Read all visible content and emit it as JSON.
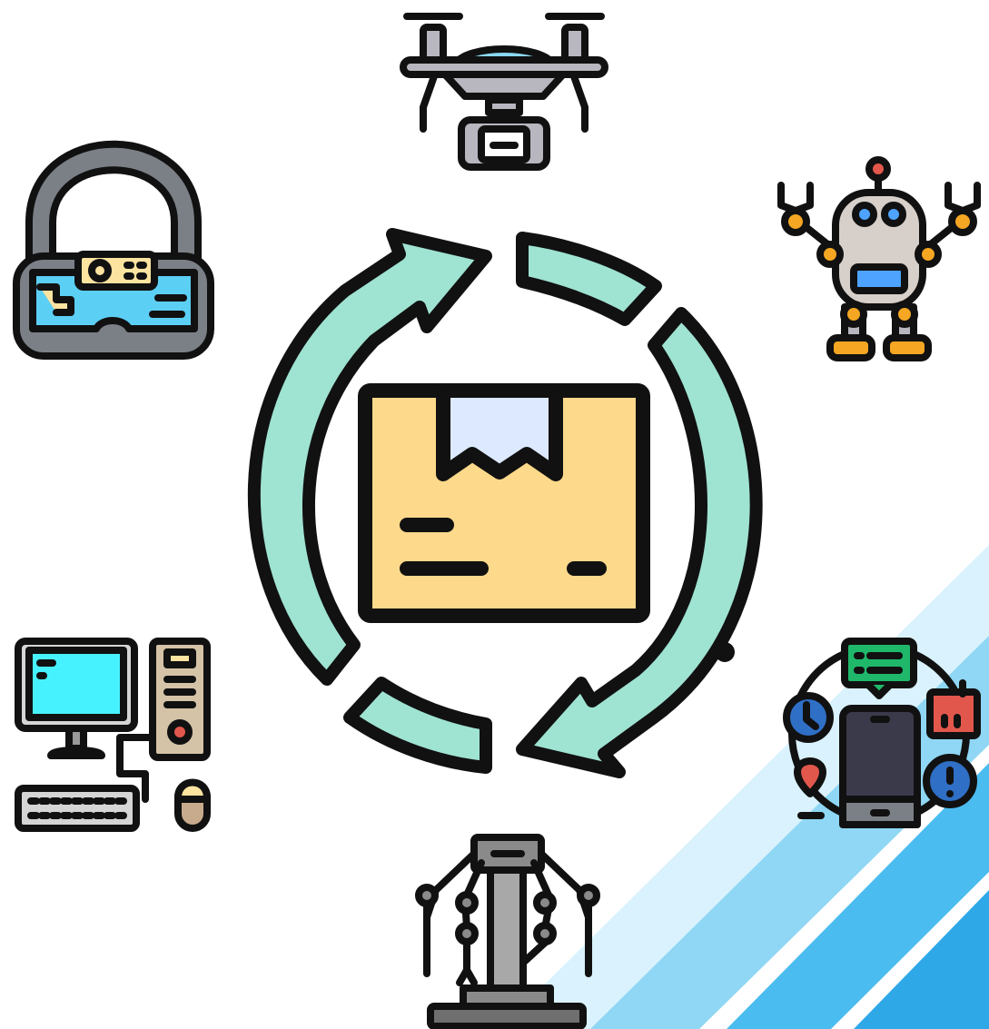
{
  "diagram": {
    "center": {
      "icon": "package-box-icon"
    },
    "cycle": {
      "icon": "circular-refresh-arrows-icon",
      "segments": 4
    },
    "devices": [
      {
        "name": "drone",
        "icon": "drone-icon"
      },
      {
        "name": "robot",
        "icon": "robot-icon"
      },
      {
        "name": "smartphone-notifications",
        "icon": "smartphone-notifications-icon"
      },
      {
        "name": "robotic-arm",
        "icon": "robotic-arm-icon"
      },
      {
        "name": "desktop-computer",
        "icon": "desktop-computer-icon"
      },
      {
        "name": "vr-headset",
        "icon": "vr-headset-icon"
      }
    ]
  },
  "colors": {
    "outline": "#111111",
    "arrow_fill": "#9fe3d2",
    "box_fill": "#fdd98b",
    "label_fill": "#dce9ff",
    "screen_fill": "#47f2ff",
    "drone_body": "#b8b6be",
    "drone_dome": "#8ad7f3",
    "robot_body": "#d7cfc9",
    "robot_joint": "#f5a623",
    "robot_visor": "#4da3ff",
    "phone_body": "#3a3a4a",
    "bubble_green": "#1fb86b",
    "calendar_red": "#e2574c",
    "clock_blue": "#2f6fc5",
    "pin_red": "#e2574c",
    "arm_gray": "#8a8a8a",
    "vr_strap": "#7b8087",
    "vr_lens": "#5ccff5",
    "vr_cam": "#fde3a0",
    "pc_case": "#d5c3a8",
    "mouse_body": "#c8ab8d",
    "stripe_light": "#8fd7f4",
    "stripe_dark": "#4bbcf0"
  }
}
